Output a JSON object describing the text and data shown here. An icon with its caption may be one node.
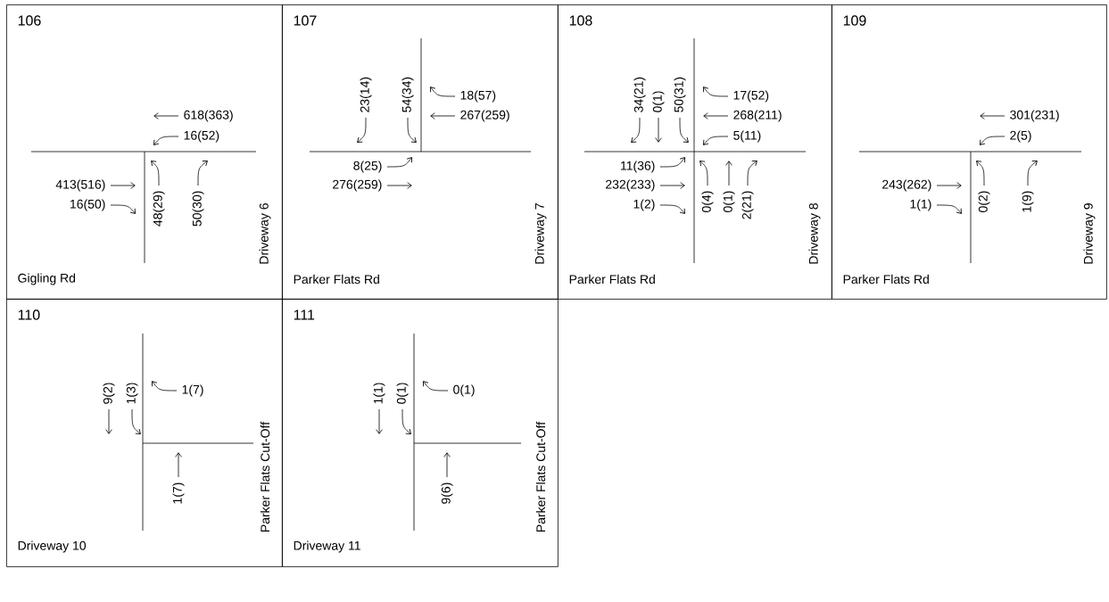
{
  "diagram": {
    "nodes": [
      {
        "text": [
          "106",
          "618(363)",
          "16(52)",
          "413(516)",
          "16(50)",
          "48(29)",
          "50(30)",
          "Gigling Rd",
          "Driveway 6"
        ]
      },
      {
        "text": [
          "107",
          "23(14)",
          "54(34)",
          "18(57)",
          "267(259)",
          "8(25)",
          "276(259)",
          "Parker Flats Rd",
          "Driveway 7"
        ]
      },
      {
        "text": [
          "108",
          "34(21)",
          "0(1)",
          "50(31)",
          "17(52)",
          "268(211)",
          "5(11)",
          "11(36)",
          "232(233)",
          "1(2)",
          "0(4)",
          "0(1)",
          "2(21)",
          "Parker Flats Rd",
          "Driveway 8"
        ]
      },
      {
        "text": [
          "109",
          "301(231)",
          "2(5)",
          "243(262)",
          "1(1)",
          "0(2)",
          "1(9)",
          "Parker Flats Rd",
          "Driveway 9"
        ]
      },
      {
        "text": [
          "110",
          "9(2)",
          "1(3)",
          "1(7)",
          "1(7)",
          "Driveway 10",
          "Parker Flats Cut-Off"
        ]
      },
      {
        "text": [
          "111",
          "1(1)",
          "0(1)",
          "0(1)",
          "9(6)",
          "Driveway 11",
          "Parker Flats Cut-Off"
        ]
      }
    ]
  }
}
